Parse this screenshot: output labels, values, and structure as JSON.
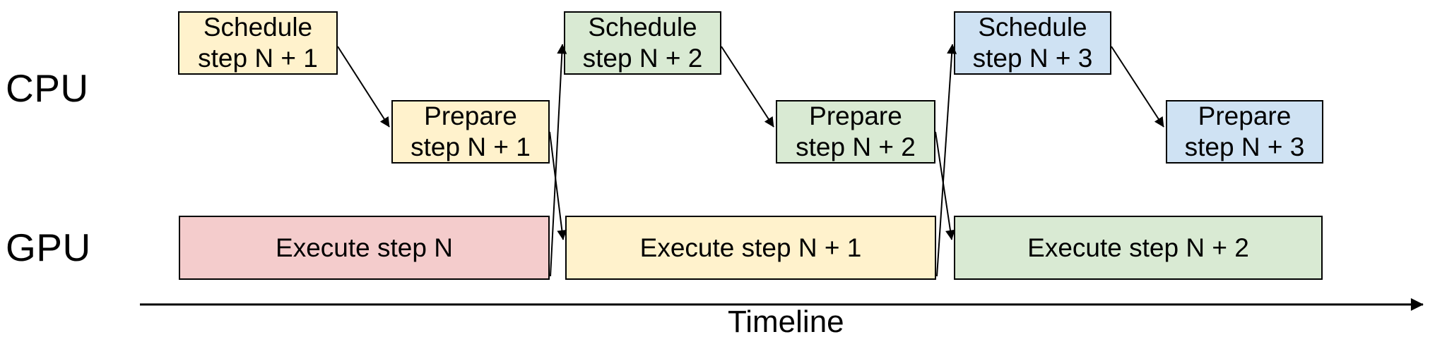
{
  "labels": {
    "cpu_row": "CPU",
    "gpu_row": "GPU",
    "timeline": "Timeline"
  },
  "colors": {
    "step_n": "#f4cccc",
    "step_n_plus_1": "#fff2cc",
    "step_n_plus_2": "#d9ead3",
    "step_n_plus_3": "#cfe2f3",
    "box_border": "#000000",
    "arrow": "#000000",
    "text": "#000000",
    "background": "#ffffff"
  },
  "cpu_tasks": {
    "schedule_n1": {
      "line1": "Schedule",
      "line2": "step N + 1"
    },
    "prepare_n1": {
      "line1": "Prepare",
      "line2": "step N + 1"
    },
    "schedule_n2": {
      "line1": "Schedule",
      "line2": "step N + 2"
    },
    "prepare_n2": {
      "line1": "Prepare",
      "line2": "step N + 2"
    },
    "schedule_n3": {
      "line1": "Schedule",
      "line2": "step N + 3"
    },
    "prepare_n3": {
      "line1": "Prepare",
      "line2": "step N + 3"
    }
  },
  "gpu_tasks": {
    "execute_n": {
      "label": "Execute step N"
    },
    "execute_n1": {
      "label": "Execute step N + 1"
    },
    "execute_n2": {
      "label": "Execute step N + 2"
    }
  }
}
